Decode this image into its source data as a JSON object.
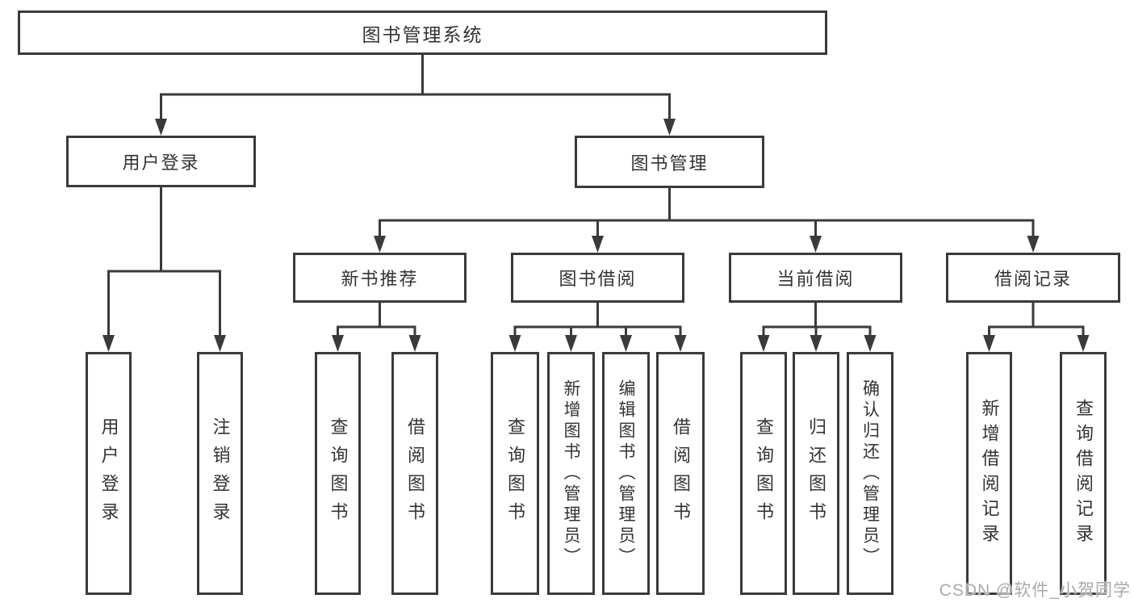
{
  "diagram": {
    "root": {
      "label": "图书管理系统",
      "children": [
        {
          "label": "用户登录",
          "children": [
            {
              "label": "用户登录"
            },
            {
              "label": "注销登录"
            }
          ]
        },
        {
          "label": "图书管理",
          "children": [
            {
              "label": "新书推荐",
              "children": [
                {
                  "label": "查询图书"
                },
                {
                  "label": "借阅图书"
                }
              ]
            },
            {
              "label": "图书借阅",
              "children": [
                {
                  "label": "查询图书"
                },
                {
                  "label": "新增图书（管理员）"
                },
                {
                  "label": "编辑图书（管理员）"
                },
                {
                  "label": "借阅图书"
                }
              ]
            },
            {
              "label": "当前借阅",
              "children": [
                {
                  "label": "查询图书"
                },
                {
                  "label": "归还图书"
                },
                {
                  "label": "确认归还（管理员）"
                }
              ]
            },
            {
              "label": "借阅记录",
              "children": [
                {
                  "label": "新增借阅记录"
                },
                {
                  "label": "查询借阅记录"
                }
              ]
            }
          ]
        }
      ]
    }
  },
  "watermark": {
    "text": "CSDN @软件_小贺同学"
  },
  "colors": {
    "line": "#3a3a3a",
    "box_border": "#3a3a3a",
    "text": "#333333",
    "watermark": "#a9a9a9",
    "background": "#ffffff"
  }
}
